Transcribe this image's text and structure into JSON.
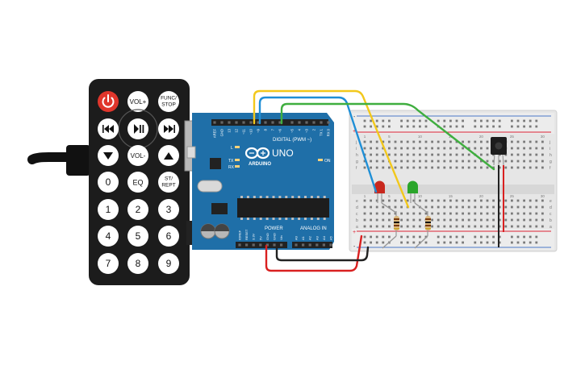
{
  "colors": {
    "remote_body": "#1c1c1c",
    "key_white": "#ffffff",
    "power_red": "#e0362c",
    "arduino_blue": "#1f6fa8",
    "breadboard": "#e6e6e6",
    "wire_yellow": "#f2c81c",
    "wire_blue": "#1f8fd6",
    "wire_green": "#3fae3f",
    "wire_red": "#d92020",
    "wire_black": "#222222",
    "led_red": "#c8281e",
    "led_green": "#2aa52a"
  },
  "remote": {
    "power_icon": "power-icon",
    "vol_up": "VOL+",
    "func_stop_line1": "FUNC/",
    "func_stop_line2": "STOP",
    "prev_icon": "skip-back-icon",
    "play_icon": "play-pause-icon",
    "next_icon": "skip-forward-icon",
    "down_icon": "arrow-down-icon",
    "vol_down": "VOL-",
    "up_icon": "arrow-up-icon",
    "key_0": "0",
    "key_eq": "EQ",
    "st_rept_line1": "ST/",
    "st_rept_line2": "REPT",
    "key_1": "1",
    "key_2": "2",
    "key_3": "3",
    "key_4": "4",
    "key_5": "5",
    "key_6": "6",
    "key_7": "7",
    "key_8": "8",
    "key_9": "9"
  },
  "arduino": {
    "digital_label": "DIGITAL (PWM ~)",
    "uno_label": "UNO",
    "brand_label": "ARDUINO",
    "on_label": "ON",
    "power_label": "POWER",
    "analog_label": "ANALOG IN",
    "l_label": "L",
    "tx_label": "TX",
    "rx_label": "RX",
    "pins_top": [
      "AREF",
      "GND",
      "13",
      "12",
      "~11",
      "~10",
      "~9",
      "8",
      "7",
      "~6",
      "~5",
      "4",
      "~3",
      "2",
      "TX 1",
      "RX 0"
    ],
    "pins_power": [
      "IOREF",
      "RESET",
      "3.3V",
      "5V",
      "GND",
      "GND",
      "Vin"
    ],
    "pins_analog": [
      "A0",
      "A1",
      "A2",
      "A3",
      "A4",
      "A5"
    ]
  },
  "breadboard": {
    "row_letters_top": [
      "j",
      "i",
      "h",
      "g",
      "f"
    ],
    "row_letters_bottom": [
      "e",
      "d",
      "c",
      "b",
      "a"
    ],
    "column_numbers": [
      "1",
      "",
      "",
      "",
      "5",
      "",
      "",
      "",
      "",
      "10",
      "",
      "",
      "",
      "",
      "15",
      "",
      "",
      "",
      "",
      "20",
      "",
      "",
      "",
      "",
      "25",
      "",
      "",
      "",
      "",
      "30"
    ],
    "rail_plus": "+",
    "rail_minus": "-"
  }
}
